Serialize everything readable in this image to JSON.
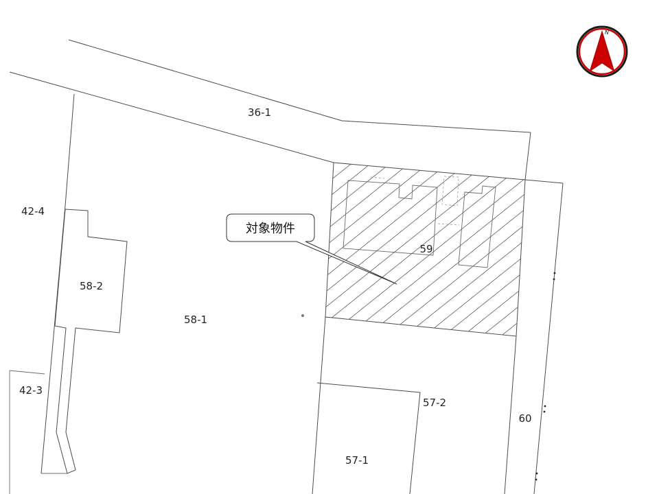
{
  "map": {
    "lots": [
      {
        "id": "36-1",
        "label": "36-1"
      },
      {
        "id": "42-4",
        "label": "42-4"
      },
      {
        "id": "58-2",
        "label": "58-2"
      },
      {
        "id": "58-1",
        "label": "58-1"
      },
      {
        "id": "59",
        "label": "59"
      },
      {
        "id": "42-3",
        "label": "42-3"
      },
      {
        "id": "57-2",
        "label": "57-2"
      },
      {
        "id": "57-1",
        "label": "57-1"
      },
      {
        "id": "60",
        "label": "60"
      }
    ],
    "callout": {
      "label": "対象物件",
      "target_lot": "59"
    },
    "north_arrow": {
      "letter": "N",
      "ring_color": "#cc0000",
      "arrow_color": "#cc0000"
    },
    "hatch_color": "#555555",
    "line_color": "#4a4a4a"
  }
}
